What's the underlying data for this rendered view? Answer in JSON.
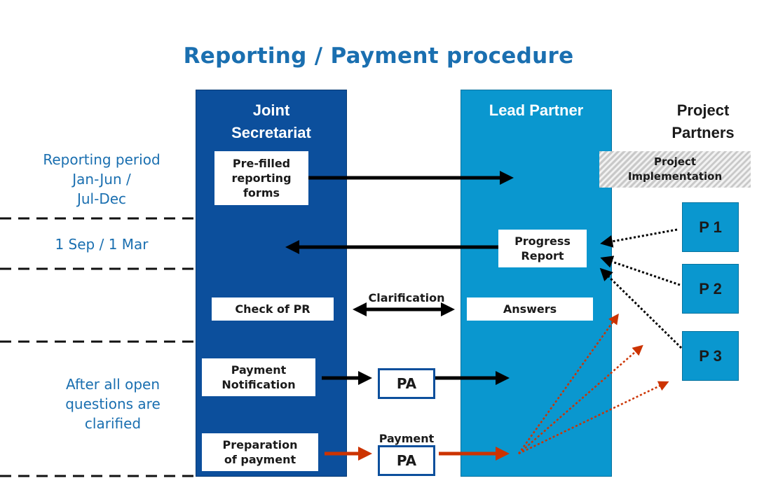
{
  "title": "Reporting / Payment  procedure",
  "columns": {
    "joint_secretariat": "Joint\nSecretariat",
    "lead_partner": "Lead Partner",
    "project_partners": "Project\nPartners"
  },
  "side_labels": {
    "reporting_period": "Reporting period\nJan-Jun /\nJul-Dec",
    "deadline": "1 Sep / 1 Mar",
    "after_clarified": "After all open\nquestions are\nclarified"
  },
  "boxes": {
    "prefilled_forms": "Pre-filled\nreporting\nforms",
    "progress_report": "Progress\nReport",
    "check_of_pr": "Check of PR",
    "answers": "Answers",
    "payment_notification": "Payment\nNotification",
    "preparation_of_payment": "Preparation\nof payment",
    "project_implementation": "Project\nImplementation"
  },
  "arrow_labels": {
    "clarification": "Clarification",
    "payment": "Payment"
  },
  "pa_boxes": [
    "PA",
    "PA"
  ],
  "partners": [
    "P 1",
    "P 2",
    "P 3"
  ],
  "colors": {
    "title_blue": "#1a6fb0",
    "js_column": "#0c4f9c",
    "lp_column": "#0a97cf",
    "payment_arrow": "#cc3300",
    "black_arrow": "#000000"
  }
}
